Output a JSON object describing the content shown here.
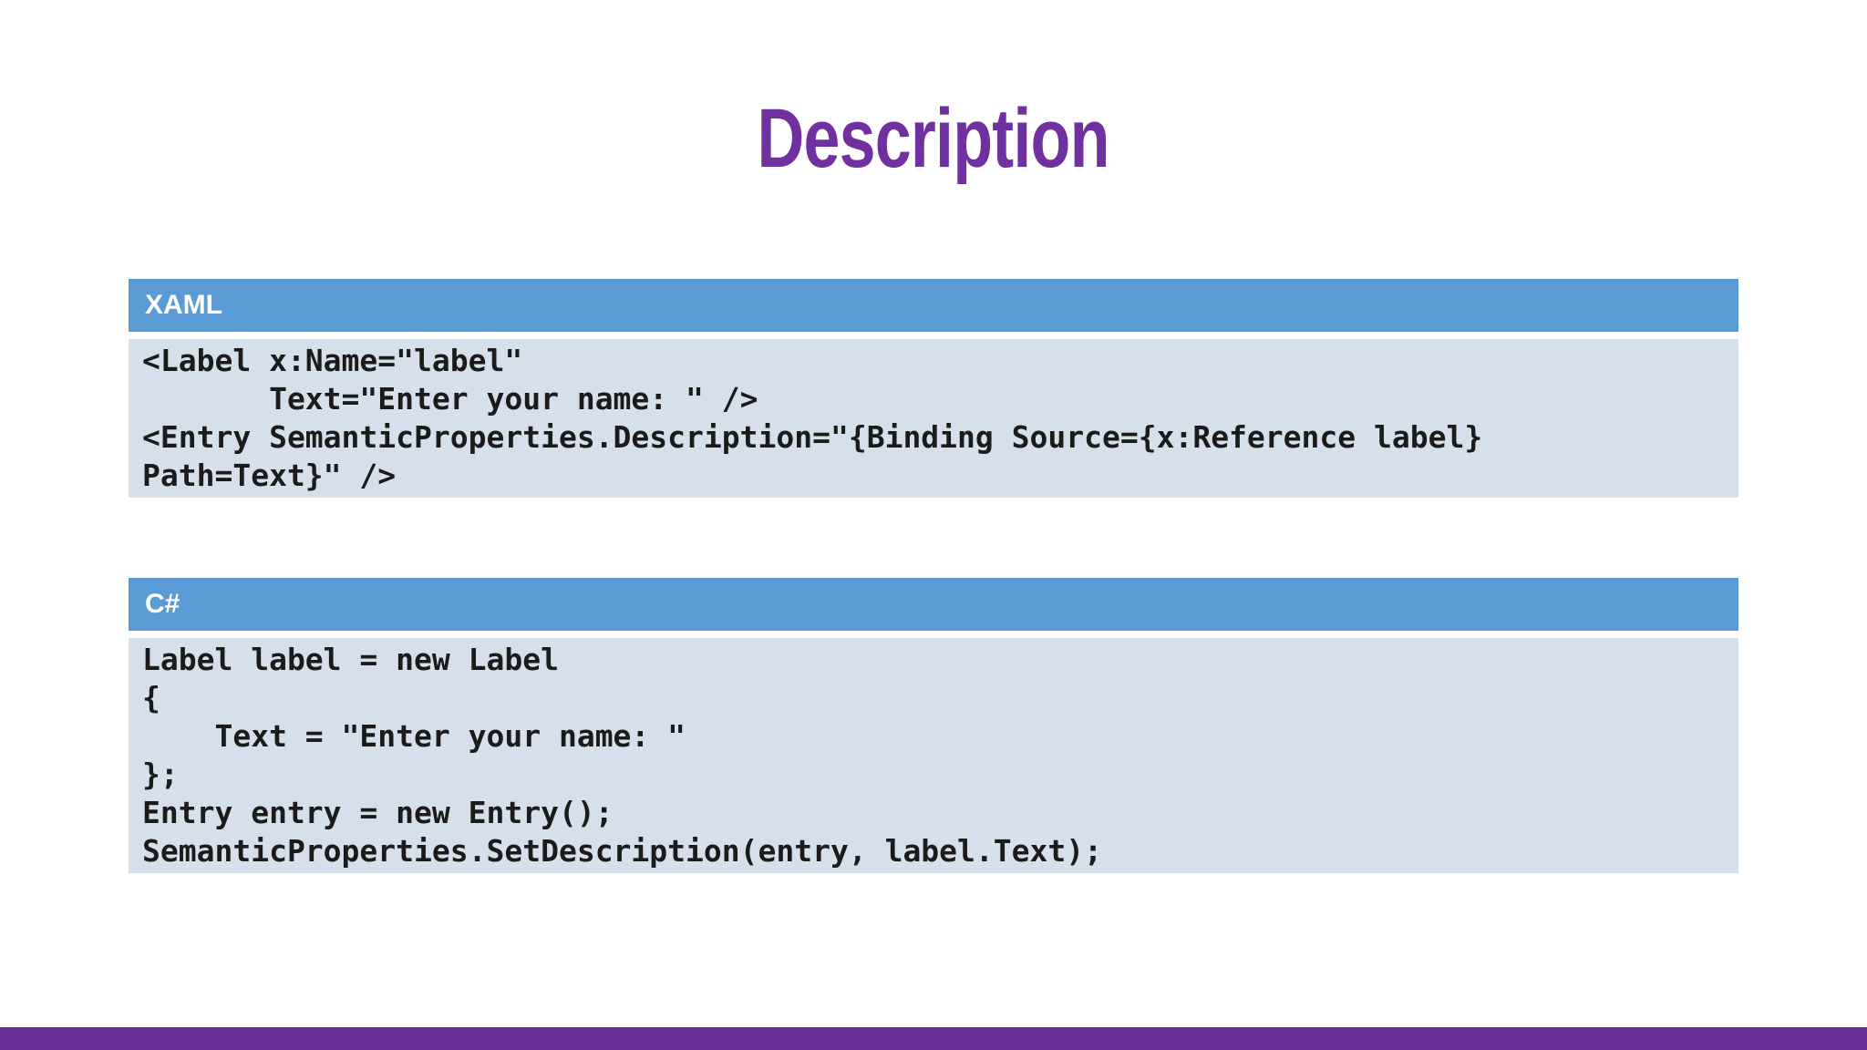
{
  "slide": {
    "title": "Description",
    "colors": {
      "title_purple": "#7030A0",
      "panel_header_blue": "#5B9BD5",
      "code_background": "#D6DFEC",
      "code_text": "#1b1b1b",
      "footer_bar_purple": "#6A2E99",
      "background": "#ffffff"
    }
  },
  "panels": [
    {
      "language": "XAML",
      "code": "<Label x:Name=\"label\"\n       Text=\"Enter your name: \" />\n<Entry SemanticProperties.Description=\"{Binding Source={x:Reference label}\nPath=Text}\" />"
    },
    {
      "language": "C#",
      "code": "Label label = new Label\n{\n    Text = \"Enter your name: \"\n};\nEntry entry = new Entry();\nSemanticProperties.SetDescription(entry, label.Text);"
    }
  ]
}
